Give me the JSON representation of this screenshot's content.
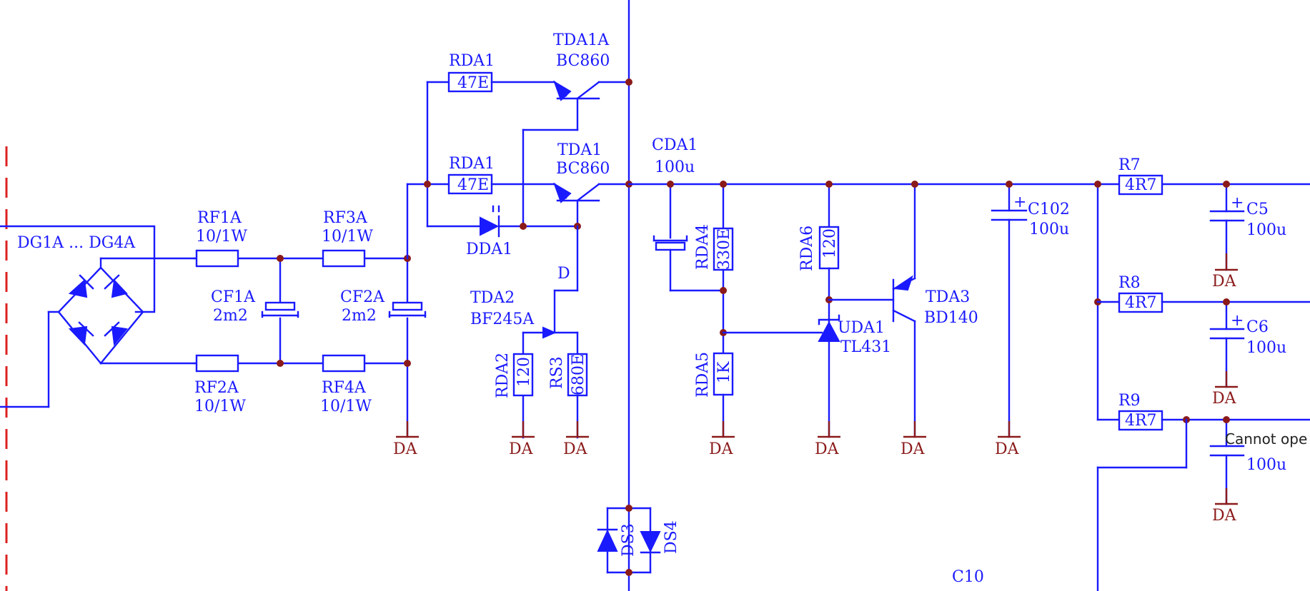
{
  "labels": {
    "dg": "DG1A ... DG4A",
    "rf1a_name": "RF1A",
    "rf1a_val": "10/1W",
    "rf3a_name": "RF3A",
    "rf3a_val": "10/1W",
    "rf2a_name": "RF2A",
    "rf2a_val": "10/1W",
    "rf4a_name": "RF4A",
    "rf4a_val": "10/1W",
    "cf1a_name": "CF1A",
    "cf1a_val": "2m2",
    "cf2a_name": "CF2A",
    "cf2a_val": "2m2",
    "rda1_top_name": "RDA1",
    "rda1_top_val": "47E",
    "rda1_bot_name": "RDA1",
    "rda1_bot_val": "47E",
    "tda1a_name": "TDA1A",
    "tda1a_val": "BC860",
    "tda1_name": "TDA1",
    "tda1_val": "BC860",
    "dda1": "DDA1",
    "d_pin": "D",
    "tda2_name": "TDA2",
    "tda2_val": "BF245A",
    "rda2_name": "RDA2",
    "rda2_val": "120",
    "rs3_name": "RS3",
    "rs3_val": "680E",
    "cda1_name": "CDA1",
    "cda1_val": "100u",
    "rda4_name": "RDA4",
    "rda4_val": "330E",
    "rda5_name": "RDA5",
    "rda5_val": "1K",
    "rda6_name": "RDA6",
    "rda6_val": "120",
    "uda1_name": "UDA1",
    "uda1_val": "TL431",
    "tda3_name": "TDA3",
    "tda3_val": "BD140",
    "c102_name": "C102",
    "c102_val": "100u",
    "r7_name": "R7",
    "r7_val": "4R7",
    "r8_name": "R8",
    "r8_val": "4R7",
    "r9_name": "R9",
    "r9_val": "4R7",
    "c5_name": "C5",
    "c5_val": "100u",
    "c6_name": "C6",
    "c6_val": "100u",
    "c7_val": "100u",
    "ds3": "DS3",
    "ds4": "DS4",
    "c10": "C10",
    "overlay": "Cannot ope",
    "ground": "DA",
    "plus": "+"
  },
  "colors": {
    "wire": "#1a1aff",
    "ground": "#8b1a1a",
    "border": "#dd2222"
  }
}
